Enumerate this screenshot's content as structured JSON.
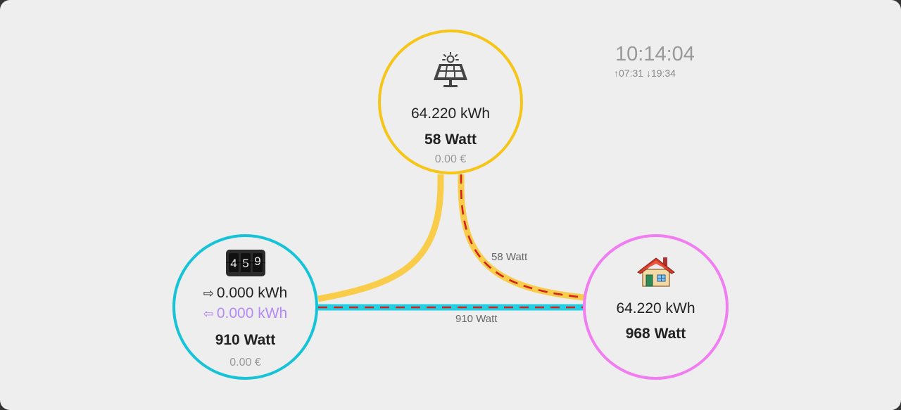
{
  "clock": {
    "time": "10:14:04",
    "sunrise": "07:31",
    "sunset": "19:34",
    "sunrise_arrow": "↑",
    "sunset_arrow": "↓"
  },
  "solar": {
    "icon": "solar-panel-icon",
    "energy": "64.220 kWh",
    "power": "58 Watt",
    "cost": "0.00 €",
    "color": "#f5c518"
  },
  "grid": {
    "icon": "meter-counter-icon",
    "meter_digits": [
      "4",
      "5",
      "9"
    ],
    "import_arrow": "⇨",
    "import_energy": "0.000 kWh",
    "export_arrow": "⇦",
    "export_energy": "0.000 kWh",
    "power": "910 Watt",
    "cost": "0.00 €",
    "color": "#17c3d6",
    "export_color": "#b48af5"
  },
  "home": {
    "icon": "house-icon",
    "energy": "64.220 kWh",
    "power": "968 Watt",
    "color": "#f07ef0"
  },
  "flows": {
    "solar_to_home": "58 Watt",
    "grid_to_home": "910 Watt",
    "flow_dash_color": "#d42020",
    "solar_flow_color": "#f9cc4a",
    "grid_flow_color": "#22d0e4"
  }
}
